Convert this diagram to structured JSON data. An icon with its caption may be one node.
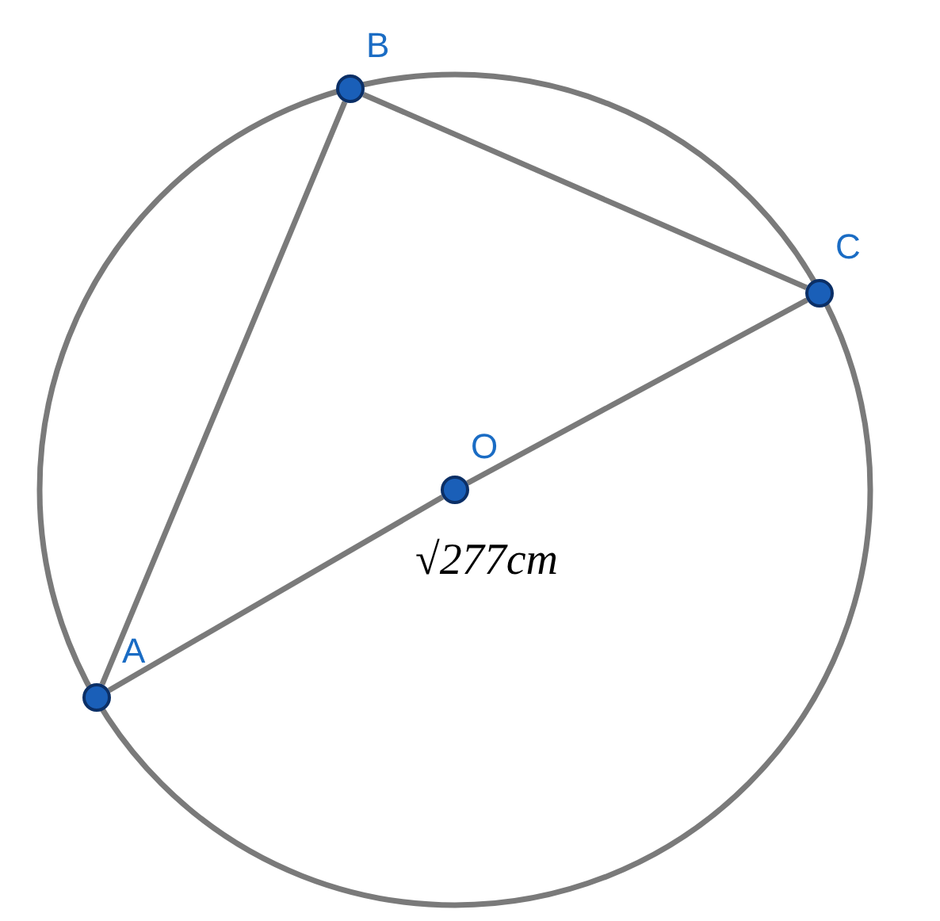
{
  "diagram": {
    "nodes": [
      {
        "text": [],
        "shape": "circle",
        "beside": [
          "B"
        ]
      },
      {
        "text": [],
        "shape": "circle",
        "beside": [
          "C"
        ]
      },
      {
        "text": [],
        "shape": "circle",
        "beside": [
          "O"
        ]
      },
      {
        "text": [],
        "shape": "circle",
        "beside": [
          "A"
        ]
      }
    ],
    "edges": [
      {
        "from": 3,
        "to": 0,
        "arrow": "none"
      },
      {
        "from": 0,
        "to": 1,
        "arrow": "none"
      },
      {
        "from": 3,
        "to": 2,
        "arrow": "none"
      },
      {
        "from": 2,
        "to": 1,
        "arrow": "none"
      }
    ],
    "labels": [
      "√277cm"
    ]
  }
}
